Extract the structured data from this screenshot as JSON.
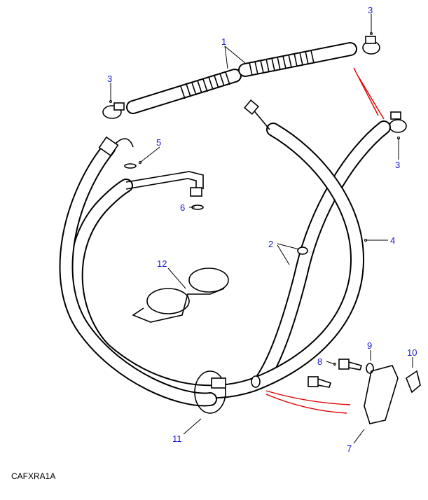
{
  "diagram_code": "CAFXRA1A",
  "callouts": {
    "c1": "1",
    "c2": "2",
    "c3a": "3",
    "c3b": "3",
    "c3c": "3",
    "c4": "4",
    "c5": "5",
    "c6": "6",
    "c7": "7",
    "c8": "8",
    "c9": "9",
    "c10": "10",
    "c11": "11",
    "c12": "12"
  },
  "colors": {
    "callout": "#1a1ad0",
    "indicator": "#e00000"
  }
}
